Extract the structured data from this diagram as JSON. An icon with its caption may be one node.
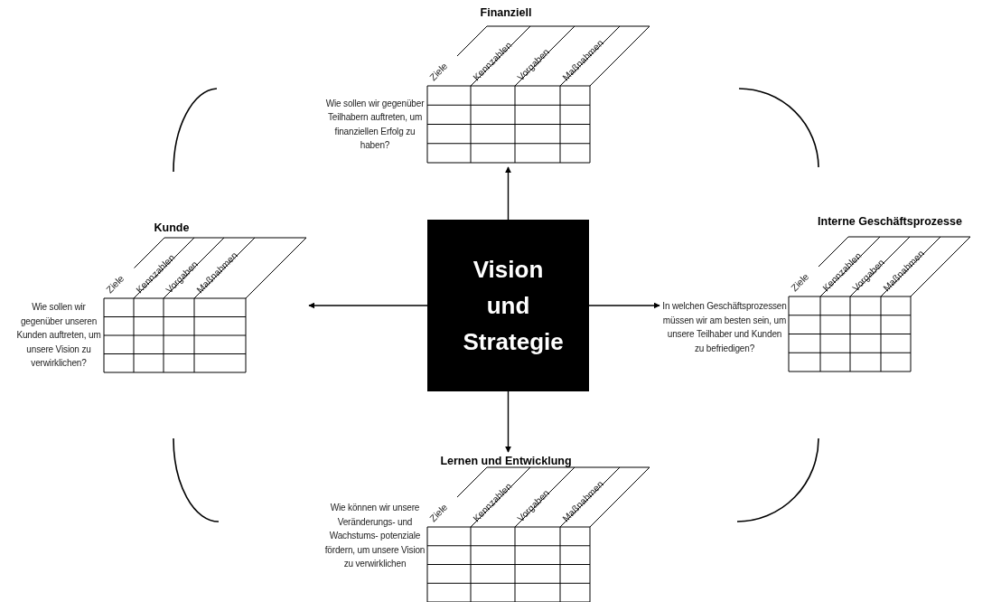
{
  "diagram": {
    "nodes": [
      {
        "text": [
          "Vision und Strategie"
        ]
      },
      {
        "text": [
          "Finanziell",
          "Ziele",
          "Kennzahlen",
          "Vorgaben",
          "Maßnahmen",
          "Wie sollen wir gegenüber Teilhabern auftreten, um finanziellen Erfolg zu haben?"
        ]
      },
      {
        "text": [
          "Kunde",
          "Ziele",
          "Kennzahlen",
          "Vorgaben",
          "Maßnahmen",
          "Wie sollen wir gegenüber unseren Kunden auftreten, um unsere Vision zu verwirklichen?"
        ]
      },
      {
        "text": [
          "Interne Geschäftsprozesse",
          "Ziele",
          "Kennzahlen",
          "Vorgaben",
          "Maßnahmen",
          "In welchen Geschäftsprozessen müssen wir am besten sein, um unsere Teilhaber und Kunden zu befriedigen?"
        ]
      },
      {
        "text": [
          "Lernen und Entwicklung",
          "Ziele",
          "Kennzahlen",
          "Vorgaben",
          "Maßnahmen",
          "Wie können wir unsere Veränderungs- und Wachstums- potenziale fördern, um unsere Vision zu verwirklichen"
        ]
      }
    ],
    "edges": [
      {
        "from": 0,
        "to": 1,
        "arrow": "to"
      },
      {
        "from": 0,
        "to": 2,
        "arrow": "to"
      },
      {
        "from": 0,
        "to": 3,
        "arrow": "to"
      },
      {
        "from": 0,
        "to": 4,
        "arrow": "to"
      }
    ]
  }
}
